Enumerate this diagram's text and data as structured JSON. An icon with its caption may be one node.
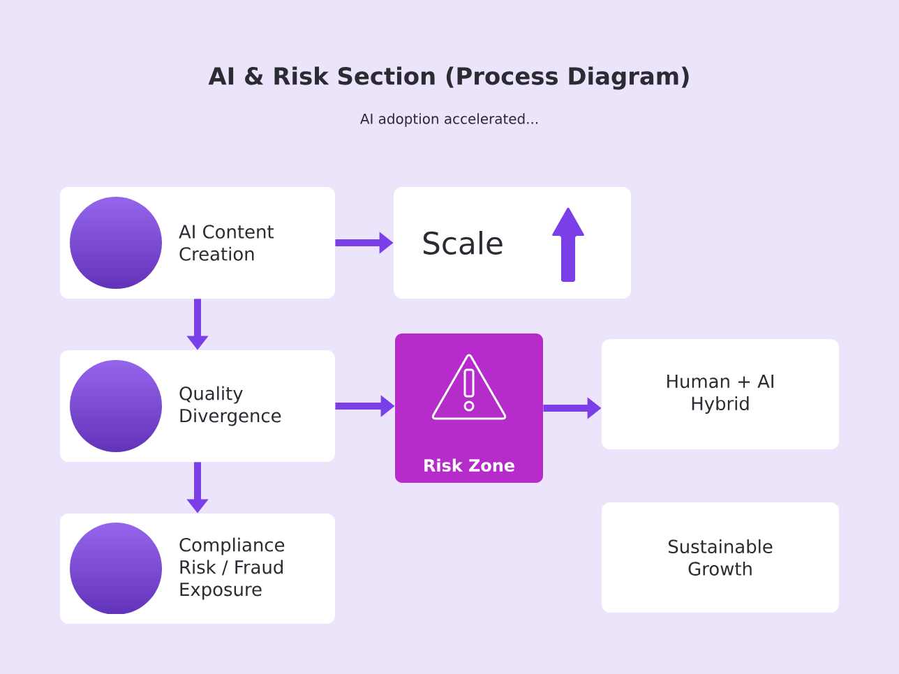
{
  "diagram": {
    "title": "AI & Risk Section (Process Diagram)",
    "caption": "AI adoption accelerated...",
    "nodes": [
      {
        "text": [
          "AI Content Creation"
        ]
      },
      {
        "text": [
          "Scale"
        ]
      },
      {
        "text": [
          "Quality Divergence"
        ]
      },
      {
        "text": [
          "Risk Zone"
        ]
      },
      {
        "text": [
          "Human + AI Hybrid"
        ]
      },
      {
        "text": [
          "Compliance Risk / Fraud Exposure"
        ]
      },
      {
        "text": [
          "Sustainable Growth"
        ]
      }
    ],
    "edges": [
      {
        "from": 0,
        "to": 1,
        "arrow": "to"
      },
      {
        "from": 0,
        "to": 2,
        "arrow": "to"
      },
      {
        "from": 2,
        "to": 3,
        "arrow": "to"
      },
      {
        "from": 3,
        "to": 4,
        "arrow": "to"
      },
      {
        "from": 2,
        "to": 5,
        "arrow": "to"
      }
    ]
  }
}
